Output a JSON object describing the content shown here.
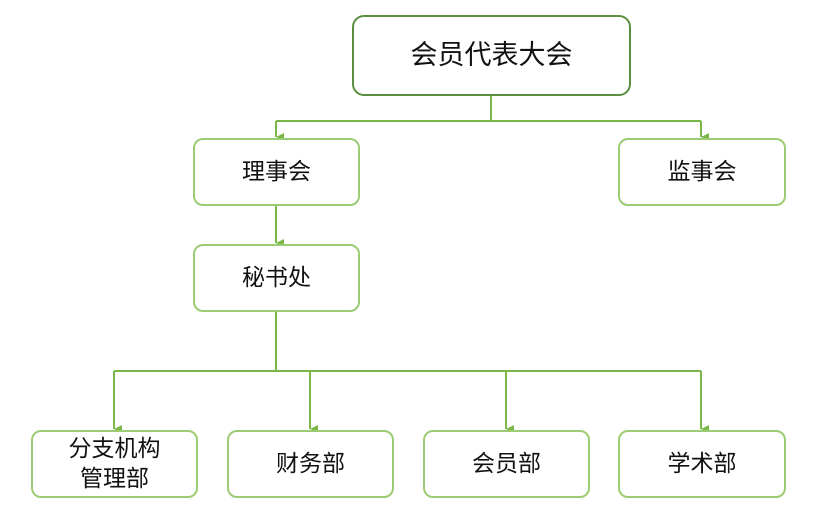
{
  "chart": {
    "line_color": "#7ab648",
    "root_border_color": "#5a8f3f",
    "node_border_color": "#9bcb72",
    "nodes": {
      "root": {
        "label": "会员代表大会"
      },
      "council": {
        "label": "理事会"
      },
      "supervisory": {
        "label": "监事会"
      },
      "secretariat": {
        "label": "秘书处"
      },
      "branch_line1": "分支机构",
      "branch_line2": "管理部",
      "finance": {
        "label": "财务部"
      },
      "membership": {
        "label": "会员部"
      },
      "academic": {
        "label": "学术部"
      }
    }
  }
}
